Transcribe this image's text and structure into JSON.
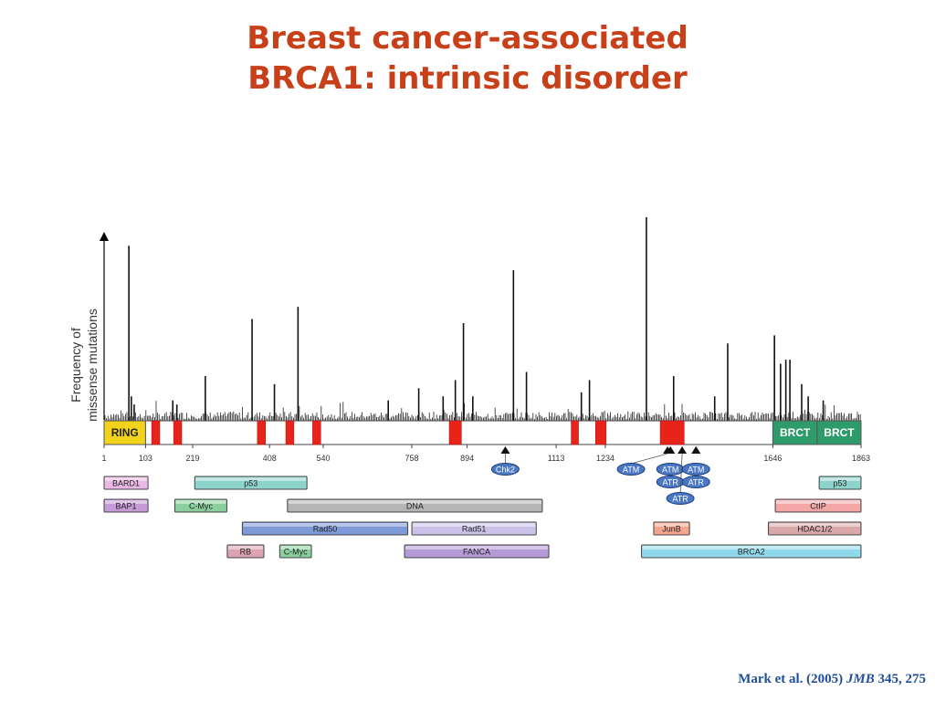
{
  "title": {
    "line1": "Breast cancer-associated",
    "line2": "BRCA1: intrinsic disorder"
  },
  "y_axis_label": {
    "line1": "Frequency of",
    "line2": "missense mutations"
  },
  "protein_length": 1863,
  "domains": [
    {
      "label": "RING",
      "start": 1,
      "end": 103,
      "color": "#f2d21a"
    },
    {
      "label": "BRCT",
      "start": 1646,
      "end": 1755,
      "color": "#2e9b6a"
    },
    {
      "label": "BRCT",
      "start": 1755,
      "end": 1863,
      "color": "#2e9b6a"
    }
  ],
  "red_segments": [
    {
      "start": 118,
      "end": 138
    },
    {
      "start": 172,
      "end": 192
    },
    {
      "start": 378,
      "end": 398
    },
    {
      "start": 448,
      "end": 468
    },
    {
      "start": 514,
      "end": 534
    },
    {
      "start": 850,
      "end": 880
    },
    {
      "start": 1150,
      "end": 1168
    },
    {
      "start": 1210,
      "end": 1236
    },
    {
      "start": 1369,
      "end": 1428
    }
  ],
  "position_ticks": [
    1,
    103,
    219,
    408,
    540,
    758,
    894,
    1113,
    1234,
    1646,
    1863
  ],
  "mutation_peaks": [
    {
      "pos": 62,
      "freq": 0.86
    },
    {
      "pos": 68,
      "freq": 0.12
    },
    {
      "pos": 75,
      "freq": 0.08
    },
    {
      "pos": 170,
      "freq": 0.1
    },
    {
      "pos": 180,
      "freq": 0.08
    },
    {
      "pos": 250,
      "freq": 0.22
    },
    {
      "pos": 365,
      "freq": 0.5
    },
    {
      "pos": 420,
      "freq": 0.18
    },
    {
      "pos": 478,
      "freq": 0.56
    },
    {
      "pos": 700,
      "freq": 0.1
    },
    {
      "pos": 775,
      "freq": 0.16
    },
    {
      "pos": 835,
      "freq": 0.12
    },
    {
      "pos": 865,
      "freq": 0.2
    },
    {
      "pos": 885,
      "freq": 0.48
    },
    {
      "pos": 908,
      "freq": 0.12
    },
    {
      "pos": 1008,
      "freq": 0.74
    },
    {
      "pos": 1040,
      "freq": 0.24
    },
    {
      "pos": 1175,
      "freq": 0.14
    },
    {
      "pos": 1195,
      "freq": 0.2
    },
    {
      "pos": 1335,
      "freq": 1.0
    },
    {
      "pos": 1402,
      "freq": 0.22
    },
    {
      "pos": 1503,
      "freq": 0.12
    },
    {
      "pos": 1535,
      "freq": 0.38
    },
    {
      "pos": 1650,
      "freq": 0.42
    },
    {
      "pos": 1665,
      "freq": 0.28
    },
    {
      "pos": 1678,
      "freq": 0.3
    },
    {
      "pos": 1688,
      "freq": 0.3
    },
    {
      "pos": 1717,
      "freq": 0.18
    },
    {
      "pos": 1733,
      "freq": 0.12
    },
    {
      "pos": 1770,
      "freq": 0.1
    }
  ],
  "phospho_sites": [
    {
      "pos": 988,
      "label": "Chk2"
    },
    {
      "pos": 1387,
      "label": "ATM"
    },
    {
      "pos": 1394,
      "label": "ATM"
    },
    {
      "pos": 1394,
      "label": "ATR"
    },
    {
      "pos": 1423,
      "label": "ATR"
    },
    {
      "pos": 1457,
      "label": "ATM"
    },
    {
      "pos": 1457,
      "label": "ATR"
    }
  ],
  "interaction_bars": [
    {
      "label": "BARD1",
      "start": 1,
      "end": 109,
      "row": 0,
      "color": "#e9b8e4"
    },
    {
      "label": "p53",
      "start": 224,
      "end": 500,
      "row": 0,
      "color": "#8dd4cc"
    },
    {
      "label": "p53",
      "start": 1760,
      "end": 1863,
      "row": 0,
      "color": "#8dd4cc"
    },
    {
      "label": "BAP1",
      "start": 1,
      "end": 109,
      "row": 1,
      "color": "#c59ad6"
    },
    {
      "label": "C-Myc",
      "start": 175,
      "end": 303,
      "row": 1,
      "color": "#8ccf9e"
    },
    {
      "label": "DNA",
      "start": 452,
      "end": 1079,
      "row": 1,
      "color": "#b5b5b5"
    },
    {
      "label": "CtIP",
      "start": 1652,
      "end": 1863,
      "row": 1,
      "color": "#f2a6a6"
    },
    {
      "label": "Rad50",
      "start": 341,
      "end": 748,
      "row": 2,
      "color": "#7e9ad8"
    },
    {
      "label": "Rad51",
      "start": 758,
      "end": 1064,
      "row": 2,
      "color": "#cbc2ea"
    },
    {
      "label": "JunB",
      "start": 1353,
      "end": 1441,
      "row": 2,
      "color": "#f5a48e"
    },
    {
      "label": "HDAC1/2",
      "start": 1635,
      "end": 1863,
      "row": 2,
      "color": "#d9a9a9"
    },
    {
      "label": "RB",
      "start": 304,
      "end": 394,
      "row": 3,
      "color": "#dba3b3"
    },
    {
      "label": "C-Myc",
      "start": 433,
      "end": 511,
      "row": 3,
      "color": "#8ccf9e"
    },
    {
      "label": "FANCA",
      "start": 740,
      "end": 1095,
      "row": 3,
      "color": "#b49ad6"
    },
    {
      "label": "BRCA2",
      "start": 1323,
      "end": 1863,
      "row": 3,
      "color": "#8fd9ea"
    }
  ],
  "citation": {
    "authors": "Mark et al. (2005)",
    "journal": "JMB",
    "ref": "345, 275"
  }
}
